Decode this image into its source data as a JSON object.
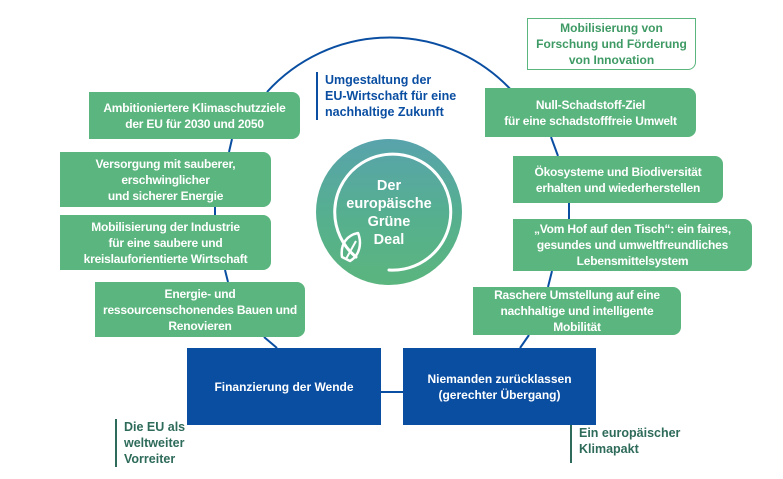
{
  "center": {
    "lines": [
      "Der",
      "europäische",
      "Grüne",
      "Deal"
    ]
  },
  "top_label": {
    "lines": [
      "Umgestaltung der",
      "EU-Wirtschaft für eine",
      "nachhaltige Zukunft"
    ]
  },
  "innovation": {
    "lines": [
      "Mobilisierung von",
      "Forschung und Förderung",
      "von Innovation"
    ]
  },
  "left_boxes": [
    {
      "lines": [
        "Ambitioniertere Klimaschutzziele",
        "der EU für 2030 und 2050"
      ]
    },
    {
      "lines": [
        "Versorgung mit sauberer,",
        "erschwinglicher",
        "und sicherer Energie"
      ]
    },
    {
      "lines": [
        "Mobilisierung der Industrie",
        "für eine saubere und",
        "kreislauforientierte Wirtschaft"
      ]
    },
    {
      "lines": [
        "Energie- und",
        "ressourcenschonendes Bauen und",
        "Renovieren"
      ]
    }
  ],
  "right_boxes": [
    {
      "lines": [
        "Null-Schadstoff-Ziel",
        "für eine schadstofffreie Umwelt"
      ]
    },
    {
      "lines": [
        "Ökosysteme und Biodiversität",
        "erhalten und wiederherstellen"
      ]
    },
    {
      "lines": [
        "„Vom Hof auf den Tisch“: ein faires,",
        "gesundes und umweltfreundliches",
        "Lebensmittelsystem"
      ]
    },
    {
      "lines": [
        "Raschere Umstellung auf eine",
        "nachhaltige und intelligente",
        "Mobilität"
      ]
    }
  ],
  "blue_boxes": [
    {
      "lines": [
        "Finanzierung der Wende"
      ]
    },
    {
      "lines": [
        "Niemanden zurücklassen",
        "(gerechter Übergang)"
      ]
    }
  ],
  "bottom_left": {
    "lines": [
      "Die EU als",
      "weltweiter",
      "Vorreiter"
    ]
  },
  "bottom_right": {
    "lines": [
      "Ein europäischer",
      "Klimapakt"
    ]
  },
  "colors": {
    "green": "#5bb57e",
    "blue": "#0a4ea2",
    "teal_text": "#2e6b5a"
  }
}
